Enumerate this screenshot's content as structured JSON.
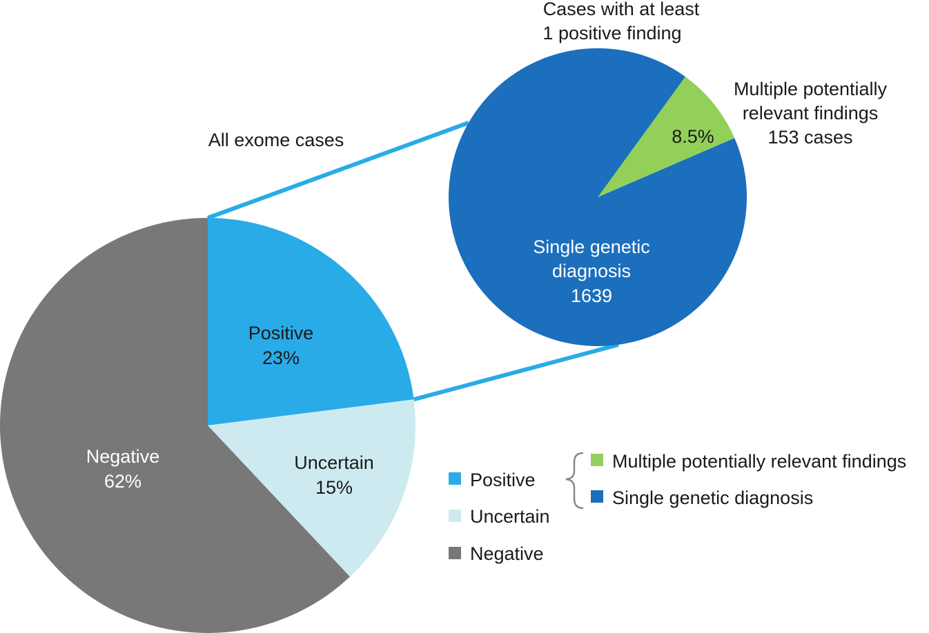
{
  "chart_data": [
    {
      "type": "pie",
      "title": "All exome cases",
      "slices": [
        {
          "name": "Positive",
          "value": 23,
          "label": "23%",
          "color": "#29abe8",
          "label_color": "#1a1a1a"
        },
        {
          "name": "Uncertain",
          "value": 15,
          "label": "15%",
          "color": "#cdeaf0",
          "label_color": "#1a1a1a"
        },
        {
          "name": "Negative",
          "value": 62,
          "label": "62%",
          "color": "#787878",
          "label_color": "#ffffff"
        }
      ],
      "legend": {
        "position": "bottom-right",
        "items": [
          "Positive",
          "Uncertain",
          "Negative"
        ]
      }
    },
    {
      "type": "pie",
      "title_lines": [
        "Cases with at least",
        "1 positive finding"
      ],
      "slices": [
        {
          "name": "Multiple potentially relevant findings",
          "value": 8.5,
          "label": "8.5%",
          "color": "#92d05a",
          "callout_lines": [
            "Multiple potentially",
            "relevant findings",
            "153 cases"
          ]
        },
        {
          "name": "Single genetic diagnosis",
          "value": 91.5,
          "color": "#1b6fbd",
          "label_lines": [
            "Single genetic",
            "diagnosis",
            "1639"
          ]
        }
      ],
      "legend": {
        "position": "bottom-right",
        "grouped_under": "Positive",
        "items": [
          "Multiple potentially relevant findings",
          "Single genetic diagnosis"
        ]
      }
    }
  ],
  "connector_color": "#29abe8"
}
